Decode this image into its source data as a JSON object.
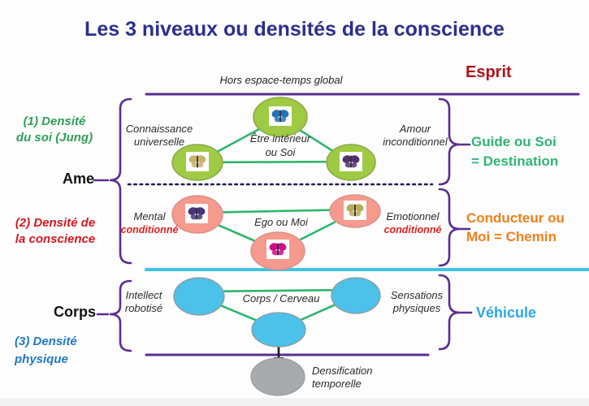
{
  "title": "Les 3 niveaux ou densités de la conscience",
  "top": {
    "timeless_label": "Hors espace-temps global",
    "esprit": "Esprit"
  },
  "left_column": {
    "density1": [
      "(1) Densité",
      "du soi (Jung)"
    ],
    "ame": "Ame",
    "density2": [
      "(2) Densité de",
      "la conscience"
    ],
    "corps": "Corps",
    "density3": [
      "(3) Densité",
      "physique"
    ]
  },
  "right_column": {
    "guide": [
      "Guide ou Soi",
      "= Destination"
    ],
    "conducteur": [
      "Conducteur ou",
      "Moi = Chemin"
    ],
    "vehicule": "Véhicule"
  },
  "levels": {
    "soul": {
      "left": [
        "Connaissance",
        "universelle"
      ],
      "center": [
        "Être intérieur",
        "ou Soi"
      ],
      "right": [
        "Amour",
        "inconditionnel"
      ]
    },
    "conscience": {
      "left_name": "Mental",
      "left_status": "conditionné",
      "center": "Ego ou Moi",
      "right_name": "Emotionnel",
      "right_status": "conditionné"
    },
    "body": {
      "left": [
        "Intellect",
        "robotisé"
      ],
      "center": "Corps / Cerveau",
      "right": [
        "Sensations",
        "physiques"
      ]
    }
  },
  "bottom": {
    "densification": [
      "Densification",
      "temporelle"
    ]
  },
  "icons": {
    "butterflies": [
      {
        "name": "butterfly-blue-icon",
        "color": "#2273b8"
      },
      {
        "name": "butterfly-tan-icon",
        "color": "#c9b46a"
      },
      {
        "name": "butterfly-darkpurple-icon",
        "color": "#533070"
      },
      {
        "name": "butterfly-indigo-icon",
        "color": "#45357d"
      },
      {
        "name": "butterfly-khaki-icon",
        "color": "#b9ad5c"
      },
      {
        "name": "butterfly-magenta-icon",
        "color": "#cb0e8b"
      }
    ]
  },
  "colors": {
    "title": "#2c2f8e",
    "esprit": "#ae1418",
    "density1_green": "#2f9e58",
    "density2_red": "#d2171e",
    "density3_blue": "#1f78c1",
    "guide_green": "#2fb475",
    "conducteur_orange": "#ef7f1a",
    "vehicule_cyan": "#29a8e0",
    "conditionne_red": "#e1201f",
    "brace_purple": "#5b2d90",
    "separator_cyan": "#3fc3e2",
    "connector_green": "#2db56e",
    "ellipse_green": "#9fca44",
    "ellipse_pink": "#f59a8d",
    "ellipse_cyan": "#4cc1e9",
    "ellipse_gray": "#a8abad"
  }
}
